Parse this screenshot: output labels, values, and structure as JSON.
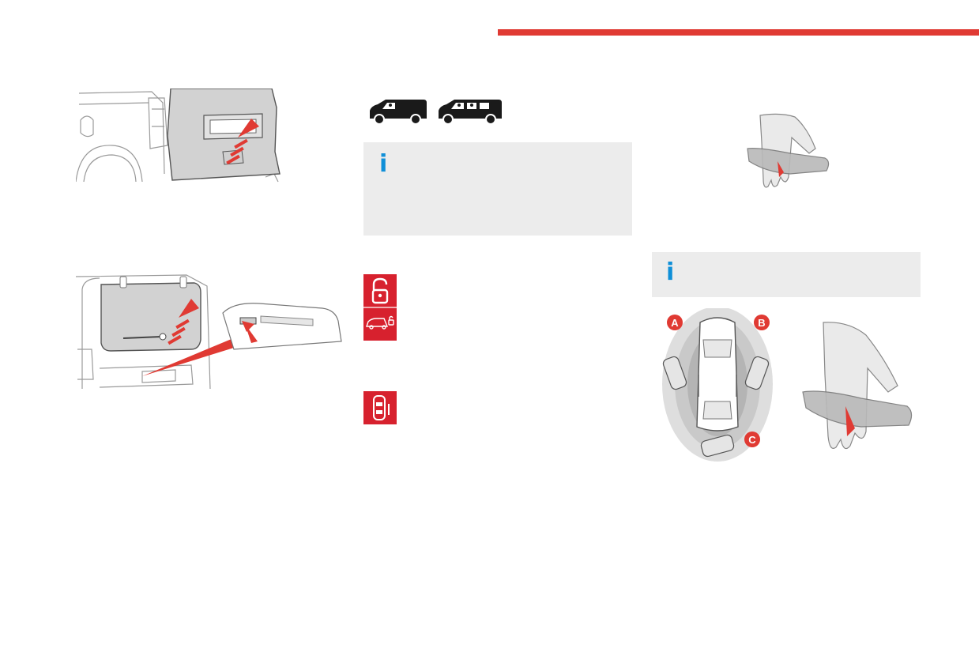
{
  "page": {
    "accent_color": "#e03a33",
    "info_color": "#0f8fd8",
    "badge_color": "#d7212e"
  },
  "illustrations": {
    "tailgate_opening": "tailgate-handle-icon",
    "rear_window_opening": "rear-window-button-icon",
    "handle_grip_upper": "hand-grip-icon",
    "keyless_zones": "keyless-zones-icon",
    "handle_grip_lower": "hand-grip-icon"
  },
  "vehicle_icons": [
    "panel-van-icon",
    "combi-van-icon"
  ],
  "info_boxes": [
    {
      "icon": "info-icon",
      "glyph": "i"
    },
    {
      "icon": "info-icon",
      "glyph": "i"
    }
  ],
  "symbols": [
    "unlock-icon",
    "vehicle-unlock-icon",
    "door-lock-icon"
  ],
  "zone_labels": [
    "A",
    "B",
    "C"
  ]
}
